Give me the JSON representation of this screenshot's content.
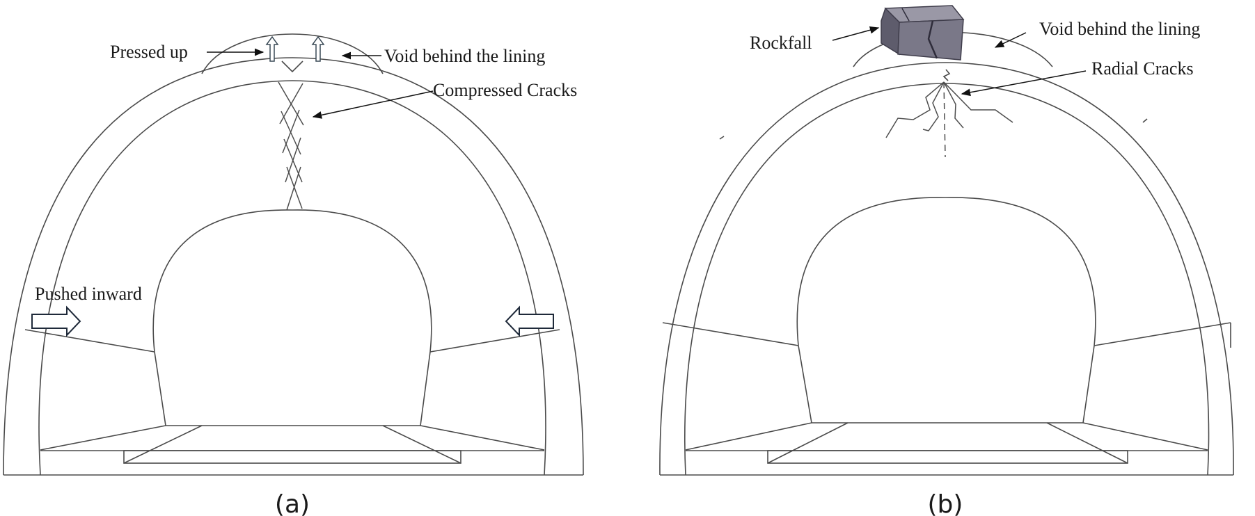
{
  "panel_a": {
    "caption": "(a)",
    "labels": {
      "pressed_up": "Pressed up",
      "void": "Void behind the lining",
      "compressed_cracks": "Compressed Cracks",
      "pushed_inward": "Pushed inward"
    }
  },
  "panel_b": {
    "caption": "(b)",
    "labels": {
      "rockfall": "Rockfall",
      "void": "Void behind the lining",
      "radial_cracks": "Radial Cracks"
    }
  },
  "colors": {
    "line": "#4a4a4a",
    "arrow_outline": "#1f2a3a",
    "rock_face": "#7a7888",
    "rock_top": "#9a98a6",
    "rock_side": "#5e5c6c"
  }
}
